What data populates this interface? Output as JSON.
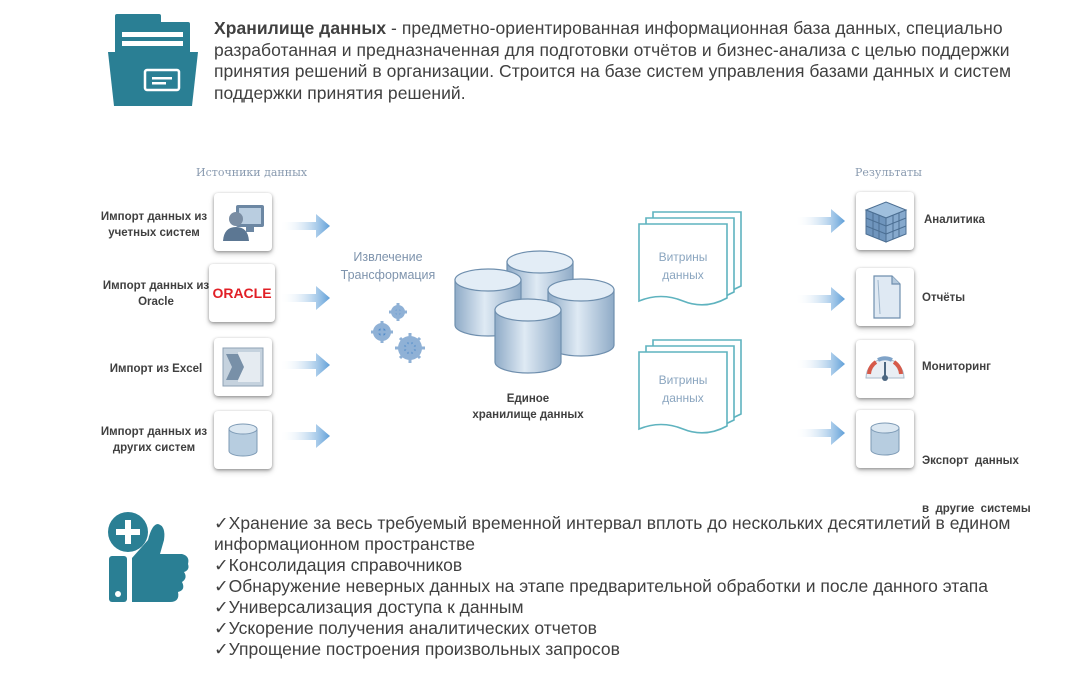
{
  "intro": {
    "term": "Хранилище данных",
    "text": " - предметно-ориентированная  информационная база данных, специально разработанная и предназначенная для подготовки отчётов и бизнес-анализа с целью поддержки принятия решений в организации. Строится на базе систем управления базами данных и систем поддержки принятия решений."
  },
  "diagram": {
    "sources_header": "Источники данных",
    "results_header": "Результаты",
    "sources": [
      {
        "label": "Импорт данных из учетных систем",
        "icon": "user-computer-icon"
      },
      {
        "label": "Импорт данных из Oracle",
        "icon": "oracle-logo"
      },
      {
        "label": "Импорт из Excel",
        "icon": "excel-icon"
      },
      {
        "label": "Импорт данных из других систем",
        "icon": "database-icon"
      }
    ],
    "oracle_logo_text": "ORACLE",
    "process": [
      "Извлечение",
      "Трансформация"
    ],
    "warehouse_label": [
      "Единое",
      "хранилище данных"
    ],
    "marts": [
      {
        "line1": "Витрины",
        "line2": "данных"
      },
      {
        "line1": "Витрины",
        "line2": "данных"
      }
    ],
    "results": [
      {
        "label": "Аналитика",
        "icon": "analytics-cube-icon"
      },
      {
        "label": "Отчёты",
        "icon": "report-document-icon"
      },
      {
        "label": "Мониторинг",
        "icon": "gauge-icon"
      },
      {
        "label_1": "Экспорт  данных",
        "label_2": "в  другие  системы",
        "icon": "database-icon"
      }
    ]
  },
  "benefits": [
    "Хранение за весь требуемый временной интервал вплоть до нескольких десятилетий в едином информационном пространстве",
    "Консолидация справочников",
    "Обнаружение неверных данных на этапе предварительной обработки и после данного этапа",
    "Универсализация доступа к данным",
    "Ускорение получения аналитических отчетов",
    "Упрощение построения произвольных запросов"
  ],
  "colors": {
    "accent_teal": "#2a7f94",
    "arrow_blue": "#6aa6d8",
    "cylinder_blue": "#aec6dd",
    "text": "#404040"
  }
}
